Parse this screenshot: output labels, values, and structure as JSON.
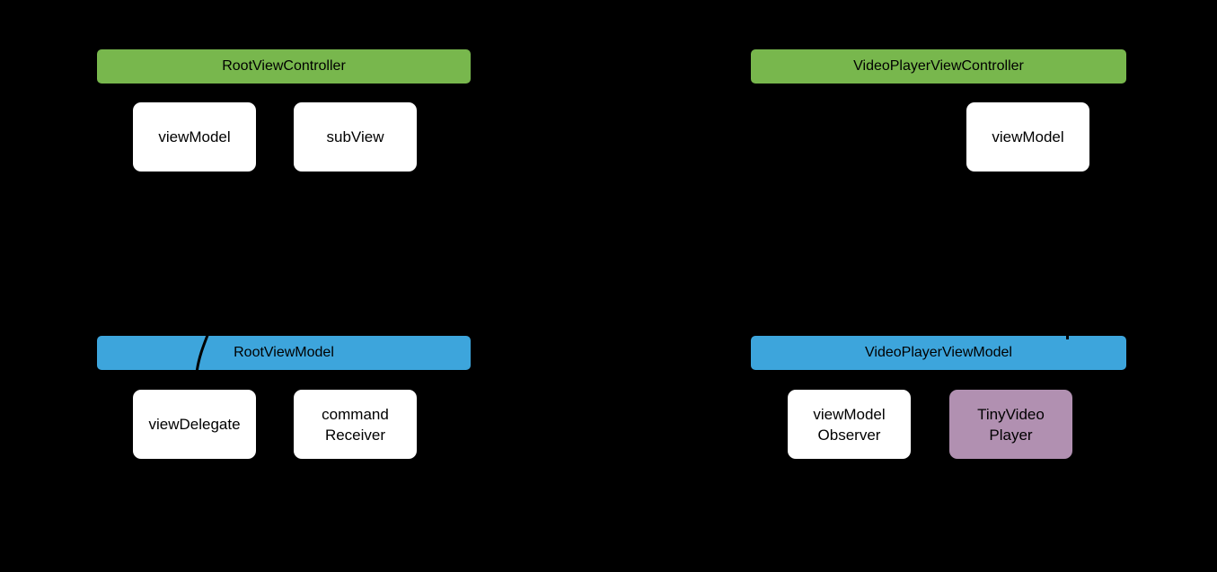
{
  "diagram": {
    "background": "#000000",
    "palette": {
      "controller_header_green": "#78B74D",
      "viewmodel_header_blue": "#3DA5DC",
      "tiny_video_player_purple": "#B190B1",
      "node_white": "#FFFFFF",
      "text_black": "#000000"
    },
    "groups": [
      {
        "header": "RootViewController",
        "children": [
          "viewModel",
          "subView"
        ]
      },
      {
        "header": "VideoPlayerViewController",
        "children": [
          "viewModel"
        ]
      },
      {
        "header": "RootViewModel",
        "children": [
          "viewDelegate",
          "command\nReceiver"
        ]
      },
      {
        "header": "VideoPlayerViewModel",
        "children": [
          "viewModel\nObserver",
          "TinyVideo\nPlayer"
        ]
      }
    ]
  }
}
